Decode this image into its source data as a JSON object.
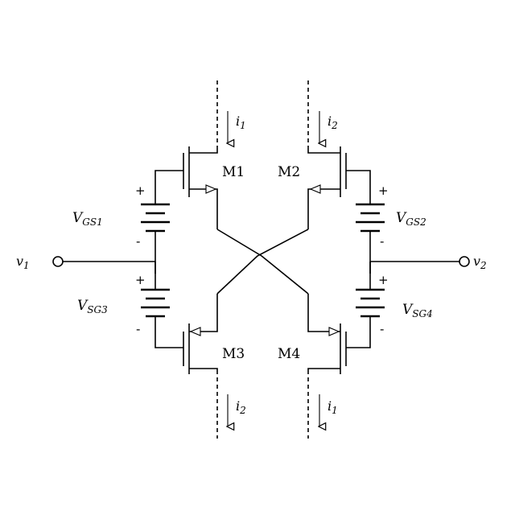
{
  "transistors": [
    {
      "id": "m1",
      "label": "M1"
    },
    {
      "id": "m2",
      "label": "M2"
    },
    {
      "id": "m3",
      "label": "M3"
    },
    {
      "id": "m4",
      "label": "M4"
    }
  ],
  "sources": [
    {
      "id": "vgs1",
      "label": "V_GS1",
      "main": "V",
      "sub": "GS1",
      "plus": "+",
      "minus": "-"
    },
    {
      "id": "vgs2",
      "label": "V_GS2",
      "main": "V",
      "sub": "GS2",
      "plus": "+",
      "minus": "-"
    },
    {
      "id": "vsg3",
      "label": "V_SG3",
      "main": "V",
      "sub": "SG3",
      "plus": "+",
      "minus": "-"
    },
    {
      "id": "vsg4",
      "label": "V_SG4",
      "main": "V",
      "sub": "SG4",
      "plus": "+",
      "minus": "-"
    }
  ],
  "currents": [
    {
      "id": "i1-top",
      "main": "i",
      "sub": "1"
    },
    {
      "id": "i2-top",
      "main": "i",
      "sub": "2"
    },
    {
      "id": "i2-bottom",
      "main": "i",
      "sub": "2"
    },
    {
      "id": "i1-bottom",
      "main": "i",
      "sub": "1"
    }
  ],
  "terminals": [
    {
      "id": "v1",
      "main": "v",
      "sub": "1"
    },
    {
      "id": "v2",
      "main": "v",
      "sub": "2"
    }
  ]
}
